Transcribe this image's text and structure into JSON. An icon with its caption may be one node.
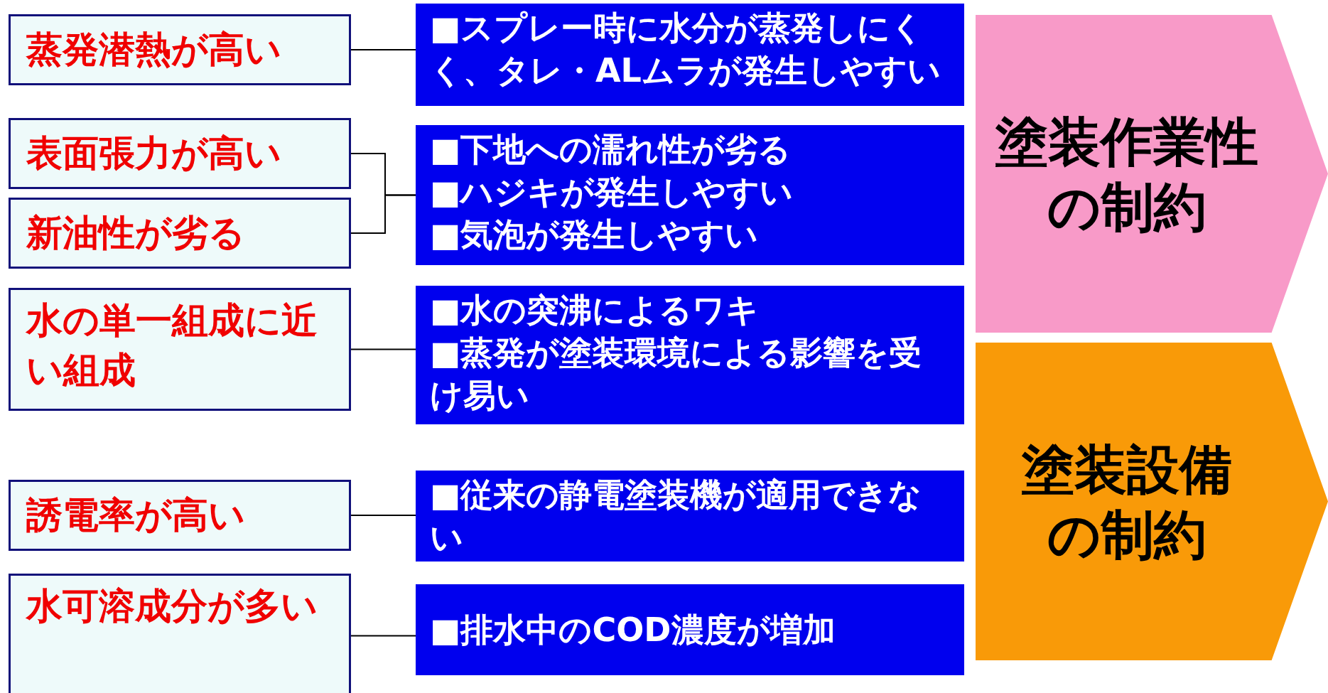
{
  "diagram": {
    "nodes": [
      {
        "text": [
          "蒸発潜熱が高い"
        ]
      },
      {
        "text": [
          "表面張力が高い"
        ]
      },
      {
        "text": [
          "新油性が劣る"
        ]
      },
      {
        "text": [
          "水の単一組成に近い組成"
        ]
      },
      {
        "text": [
          "誘電率が高い"
        ]
      },
      {
        "text": [
          "水可溶成分が多い"
        ]
      },
      {
        "text": [
          "■スプレー時に水分が蒸発しにくく、タレ・ALムラが発生しやすい"
        ]
      },
      {
        "text": [
          "■下地への濡れ性が劣る",
          "■ハジキが発生しやすい",
          "■気泡が発生しやすい"
        ]
      },
      {
        "text": [
          "■水の突沸によるワキ",
          "■蒸発が塗装環境による影響を受け易い"
        ]
      },
      {
        "text": [
          "■従来の静電塗装機が適用できない"
        ]
      },
      {
        "text": [
          "■排水中のCOD濃度が増加"
        ]
      },
      {
        "text": [
          "塗装作業性の制約"
        ]
      },
      {
        "text": [
          "塗装設備の制約"
        ]
      }
    ],
    "edges": [
      {
        "from": 0,
        "to": 6,
        "arrow": "none"
      },
      {
        "from": 1,
        "to": 7,
        "arrow": "none"
      },
      {
        "from": 2,
        "to": 7,
        "arrow": "none"
      },
      {
        "from": 3,
        "to": 8,
        "arrow": "none"
      },
      {
        "from": 4,
        "to": 9,
        "arrow": "none"
      },
      {
        "from": 5,
        "to": 10,
        "arrow": "none"
      }
    ]
  }
}
